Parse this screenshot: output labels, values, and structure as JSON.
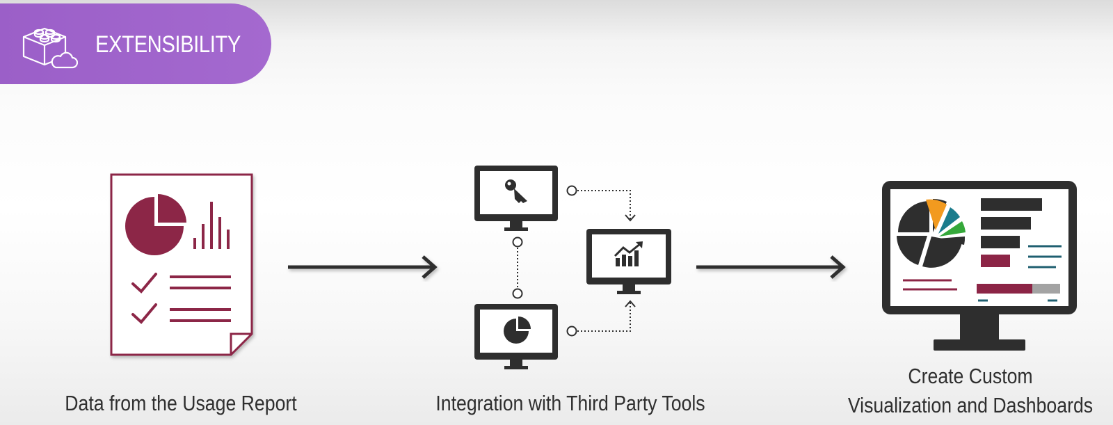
{
  "header": {
    "title": "EXTENSIBILITY",
    "icon": "lego-brick-cloud-icon"
  },
  "steps": [
    {
      "icon": "report-document-icon",
      "caption": "Data from the Usage Report"
    },
    {
      "icon": "connected-monitors-icon",
      "caption": "Integration with Third Party Tools"
    },
    {
      "icon": "dashboard-monitor-icon",
      "caption_line1": "Create Custom",
      "caption_line2": "Visualization and Dashboards"
    }
  ],
  "colors": {
    "badge": "#a064cc",
    "report": "#8c2546",
    "monitor": "#2e2e2e",
    "pie_orange": "#f29a1f",
    "pie_teal": "#1b7c8c",
    "pie_green": "#35a83a",
    "dash_teal": "#1f5f70",
    "arrow": "#2e2e2e"
  }
}
